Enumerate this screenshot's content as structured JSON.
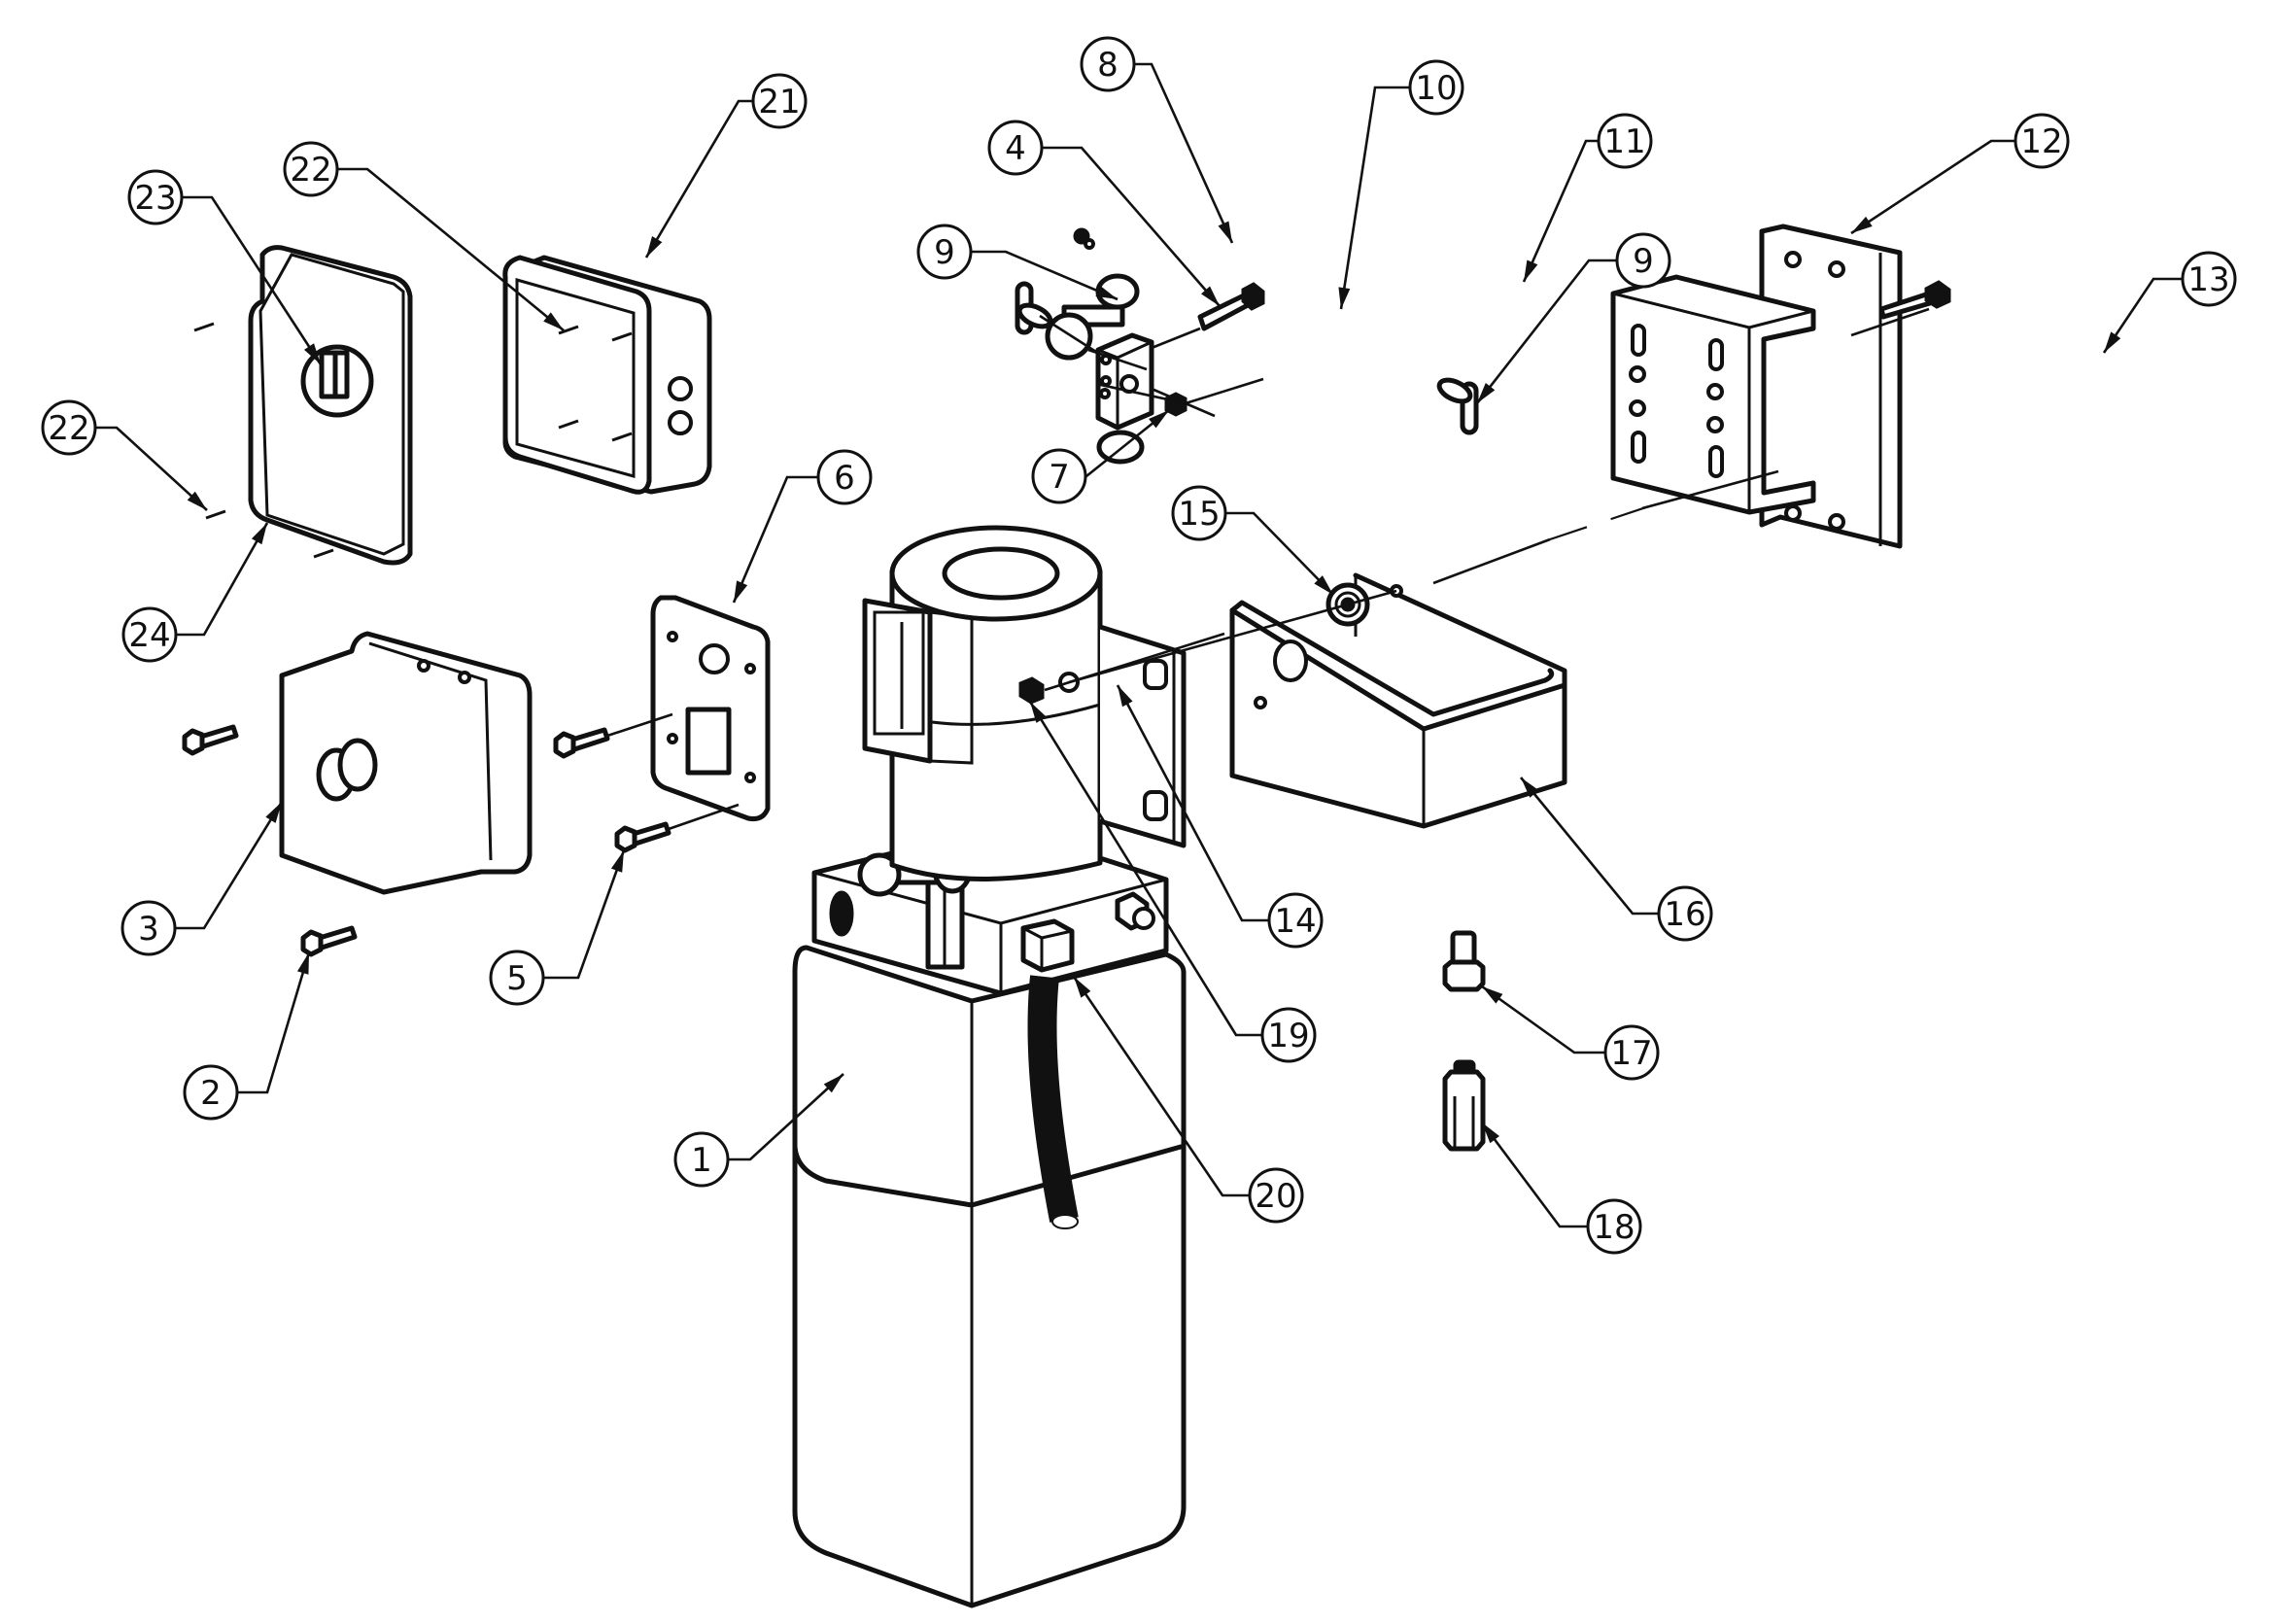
{
  "diagram": {
    "type": "exploded-parts-view",
    "subject": "hydraulic power unit",
    "callouts": [
      {
        "id": "c1",
        "label": "1",
        "part": "reservoir-tank"
      },
      {
        "id": "c2",
        "label": "2",
        "part": "end-cover-bolt"
      },
      {
        "id": "c3",
        "label": "3",
        "part": "motor-end-cover"
      },
      {
        "id": "c4",
        "label": "4",
        "part": "release-valve-knob"
      },
      {
        "id": "c5",
        "label": "5",
        "part": "adapter-plate-bolt"
      },
      {
        "id": "c6",
        "label": "6",
        "part": "adapter-plate"
      },
      {
        "id": "c7",
        "label": "7",
        "part": "hex-nut"
      },
      {
        "id": "c8",
        "label": "8",
        "part": "small-nut"
      },
      {
        "id": "c9a",
        "label": "9",
        "part": "wing-bolt-left"
      },
      {
        "id": "c9b",
        "label": "9",
        "part": "wing-bolt-right"
      },
      {
        "id": "c10",
        "label": "10",
        "part": "valve-block"
      },
      {
        "id": "c11",
        "label": "11",
        "part": "valve-block-bolt"
      },
      {
        "id": "c12",
        "label": "12",
        "part": "mounting-bracket"
      },
      {
        "id": "c13",
        "label": "13",
        "part": "bracket-bolt"
      },
      {
        "id": "c14",
        "label": "14",
        "part": "washer"
      },
      {
        "id": "c15",
        "label": "15",
        "part": "star-lock-washer"
      },
      {
        "id": "c16",
        "label": "16",
        "part": "motor-cover-bracket"
      },
      {
        "id": "c17",
        "label": "17",
        "part": "fitting"
      },
      {
        "id": "c18",
        "label": "18",
        "part": "long-fitting"
      },
      {
        "id": "c19",
        "label": "19",
        "part": "motor-nut"
      },
      {
        "id": "c20",
        "label": "20",
        "part": "hose-with-connector"
      },
      {
        "id": "c21",
        "label": "21",
        "part": "switch-box"
      },
      {
        "id": "c22a",
        "label": "22",
        "part": "box-screw"
      },
      {
        "id": "c22b",
        "label": "22",
        "part": "cover-screw"
      },
      {
        "id": "c23",
        "label": "23",
        "part": "rotary-switch"
      },
      {
        "id": "c24",
        "label": "24",
        "part": "switch-box-cover"
      }
    ]
  }
}
